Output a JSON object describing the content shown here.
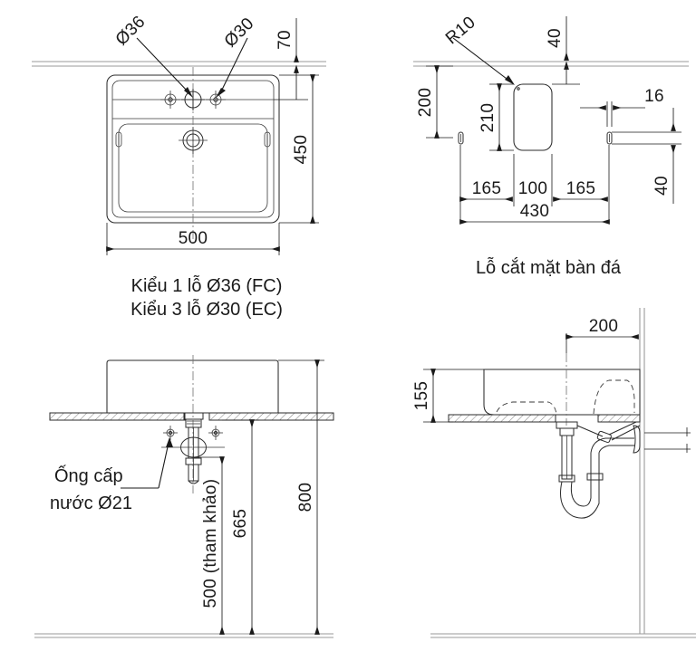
{
  "drawing": {
    "title": "Ban ve ky thuat chau rua lavabo",
    "units": "mm",
    "line_color": "#2b2b2b",
    "accent_color": "#9a9a9a",
    "background": "#ffffff"
  },
  "views": {
    "plan": {
      "name": "top-left-plan-view",
      "caption_line1": "Kiểu 1 lỗ Ø36 (FC)",
      "caption_line2": "Kiểu 3 lỗ Ø30 (EC)",
      "dimensions": {
        "width": "500",
        "depth": "450",
        "wall_to_holes": "70"
      },
      "callouts": {
        "center_hole": "Ø36",
        "side_hole": "Ø30"
      }
    },
    "cutout": {
      "name": "top-right-cutout-view",
      "caption": "Lỗ cắt mặt bàn đá",
      "dimensions": {
        "corner_radius": "R10",
        "top_offset": "40",
        "left_depth": "200",
        "cutout_height": "210",
        "slot_width": "16",
        "slot_height": "40",
        "left_margin": "165",
        "cutout_width": "100",
        "right_margin": "165",
        "total_width": "430"
      }
    },
    "front_elevation": {
      "name": "bottom-left-front-elevation",
      "label_line1": "Ống cấp",
      "label_line2": "nước Ø21",
      "dimensions": {
        "reference_height": "500 (tham khảo)",
        "trap_height": "665",
        "counter_height": "800"
      }
    },
    "side_elevation": {
      "name": "bottom-right-side-elevation",
      "dimensions": {
        "wall_offset": "200",
        "basin_height": "155"
      }
    }
  }
}
